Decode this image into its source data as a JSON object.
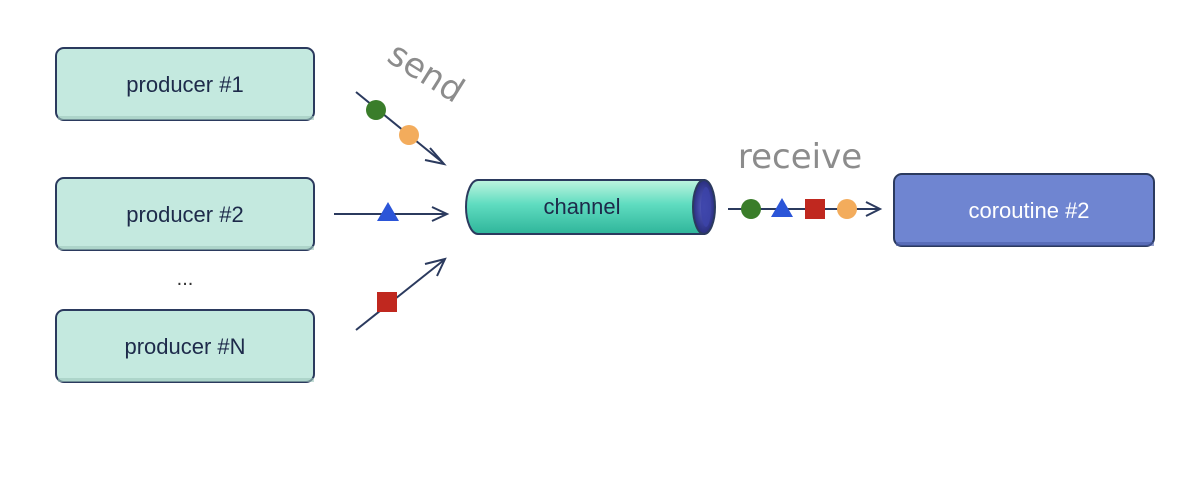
{
  "producers": [
    {
      "label": "producer #1"
    },
    {
      "label": "producer #2"
    },
    {
      "label": "producer #N"
    }
  ],
  "ellipsis": "...",
  "send_label": "send",
  "channel_label": "channel",
  "receive_label": "receive",
  "consumer_label": "coroutine #2",
  "colors": {
    "producer_fill": "#c4e9df",
    "producer_border": "#2b3a5e",
    "consumer_fill": "#6f85d1",
    "consumer_border": "#2b3a5e",
    "consumer_text": "#ffffff",
    "channel_fill_top": "#bff5df",
    "channel_fill_mid": "#5fdcc0",
    "channel_fill_bottom": "#2fb59a",
    "channel_opening": "#2a2f86",
    "arrow": "#2b3a5e",
    "label_gray": "#8c8c8c",
    "green_message": "#3a7d2a",
    "orange_message": "#f3ac5c",
    "blue_message": "#2b55d8",
    "red_message": "#c0281f"
  },
  "messages_send": [
    "green-circle",
    "orange-circle",
    "blue-triangle",
    "red-square"
  ],
  "messages_receive": [
    "green-circle",
    "blue-triangle",
    "red-square",
    "orange-circle"
  ]
}
